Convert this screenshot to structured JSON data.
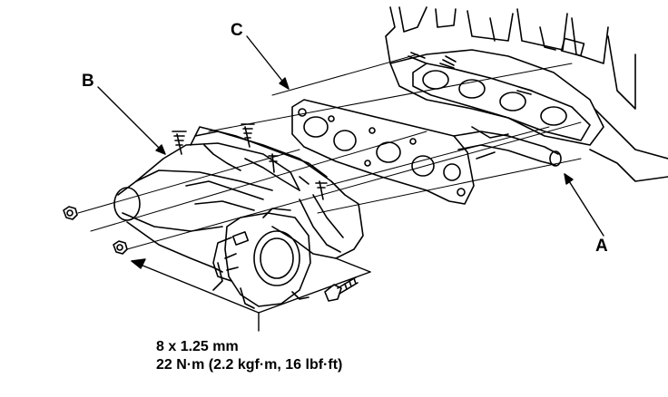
{
  "callouts": {
    "a": "A",
    "b": "B",
    "c": "C"
  },
  "torque_spec": {
    "bolt_size": "8 x 1.25 mm",
    "torque": "22 N·m (2.2 kgf·m, 16 lbf·ft)"
  },
  "colors": {
    "ink": "#000000",
    "background": "#ffffff"
  }
}
